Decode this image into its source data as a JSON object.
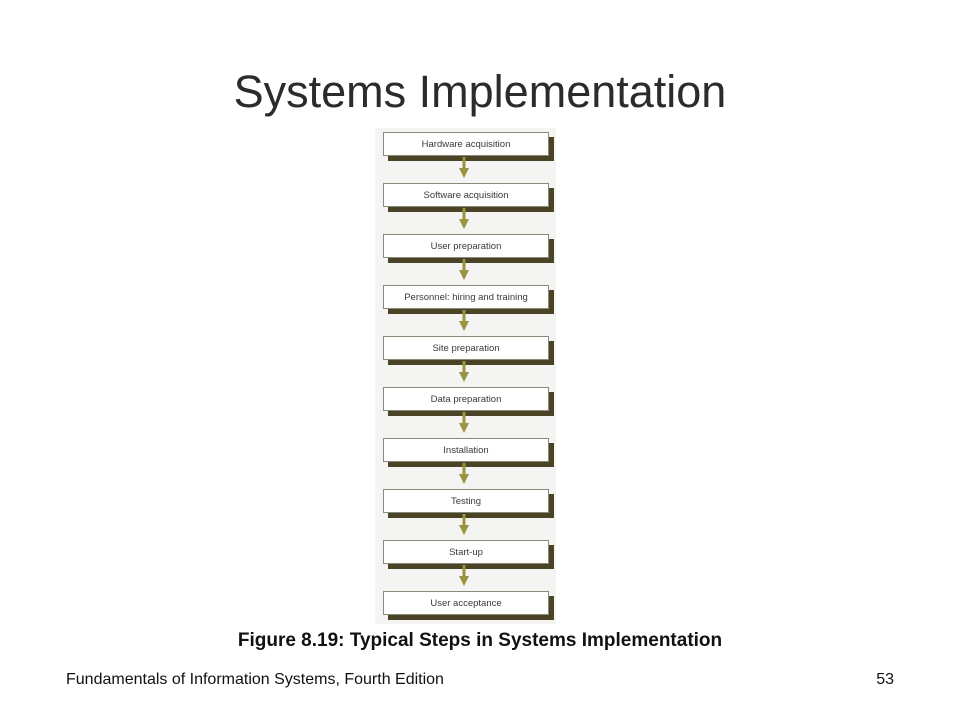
{
  "slide": {
    "title": "Systems Implementation",
    "caption": "Figure 8.19: Typical Steps in Systems Implementation",
    "footer": "Fundamentals of Information Systems, Fourth Edition",
    "page_number": "53"
  },
  "steps": [
    "Hardware acquisition",
    "Software acquisition",
    "User preparation",
    "Personnel: hiring and training",
    "Site preparation",
    "Data preparation",
    "Installation",
    "Testing",
    "Start-up",
    "User acceptance"
  ],
  "colors": {
    "arrow": "#9a9440",
    "box_shadow": "#4a4326",
    "box_border": "#8a8a7a"
  }
}
